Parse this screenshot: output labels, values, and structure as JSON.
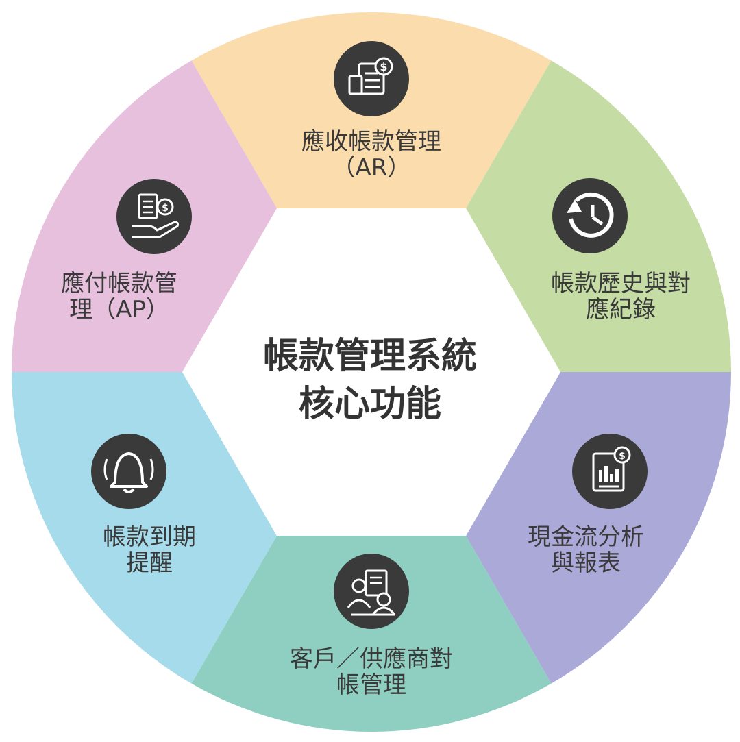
{
  "center": {
    "line1": "帳款管理系統",
    "line2": "核心功能"
  },
  "segments": [
    {
      "id": "ar",
      "lines": [
        "應收帳款管理",
        "（AR）"
      ],
      "icon": "invoice-calculator-icon",
      "color": "#fbdcad"
    },
    {
      "id": "history",
      "lines": [
        "帳款歷史與對",
        "應紀錄"
      ],
      "icon": "history-clock-icon",
      "color": "#c5dca5"
    },
    {
      "id": "cashflow",
      "lines": [
        "現金流分析",
        "與報表"
      ],
      "icon": "report-chart-icon",
      "color": "#aaa9d8"
    },
    {
      "id": "reconcile",
      "lines": [
        "客戶／供應商對",
        "帳管理"
      ],
      "icon": "meeting-document-icon",
      "color": "#8ecfc2"
    },
    {
      "id": "reminder",
      "lines": [
        "帳款到期",
        "提醒"
      ],
      "icon": "bell-icon",
      "color": "#a5dbea"
    },
    {
      "id": "ap",
      "lines": [
        "應付帳款管",
        "理（AP）"
      ],
      "icon": "payment-hand-icon",
      "color": "#e6c0dc"
    }
  ],
  "colors": {
    "icon_bg": "#3a3a3a",
    "icon_fg": "#ffffff",
    "text": "#3a3a3a"
  }
}
